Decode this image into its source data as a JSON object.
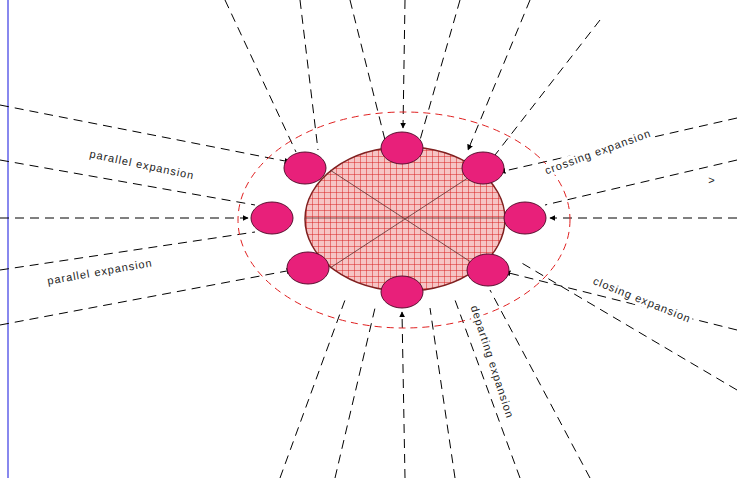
{
  "diagram": {
    "labels": [
      "parallel expansion",
      "crossing expansion",
      ">",
      "parallel expansion",
      "closing expansion",
      "departing expansion"
    ]
  }
}
